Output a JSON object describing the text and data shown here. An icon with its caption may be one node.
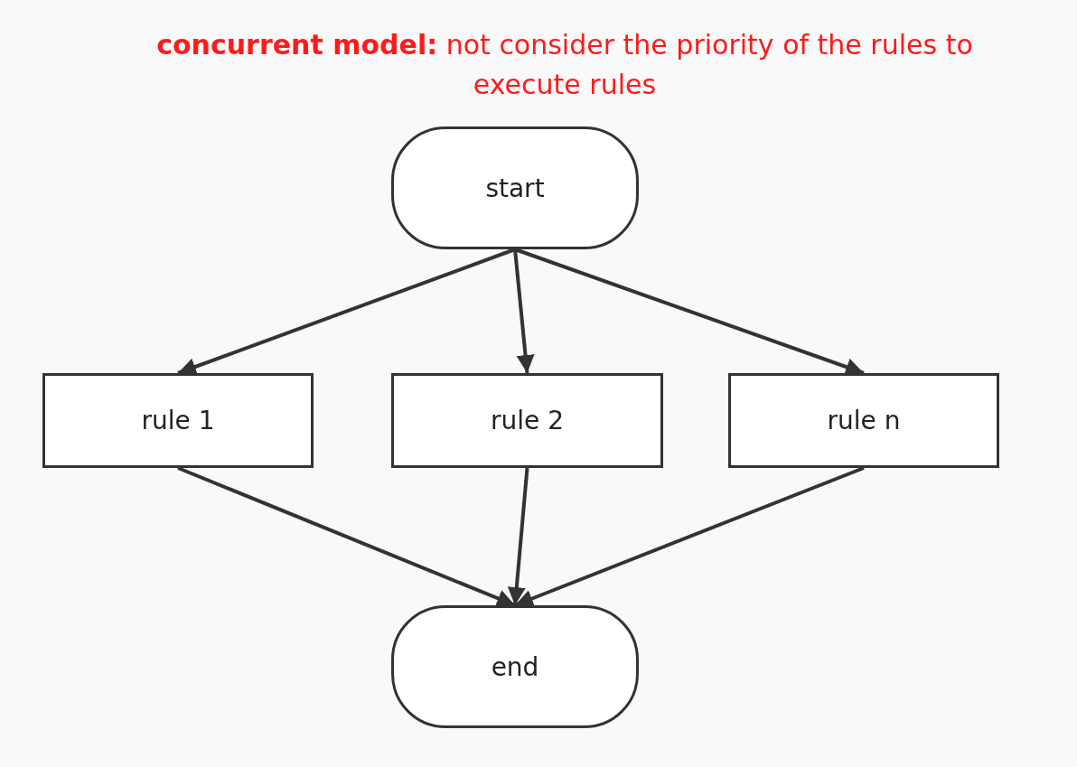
{
  "diagram": {
    "title": "**concurrent model:** not consider the priority of the rules to execute rules",
    "nodes": [
      {
        "text": [
          "start"
        ]
      },
      {
        "text": [
          "rule 1"
        ]
      },
      {
        "text": [
          "rule 2"
        ]
      },
      {
        "text": [
          "rule n"
        ]
      },
      {
        "text": [
          "end"
        ]
      }
    ],
    "edges": [
      {
        "from": 0,
        "to": 1,
        "arrow": "to"
      },
      {
        "from": 0,
        "to": 2,
        "arrow": "to"
      },
      {
        "from": 0,
        "to": 3,
        "arrow": "to"
      },
      {
        "from": 1,
        "to": 4,
        "arrow": "to"
      },
      {
        "from": 2,
        "to": 4,
        "arrow": "to"
      },
      {
        "from": 3,
        "to": 4,
        "arrow": "to"
      }
    ]
  }
}
